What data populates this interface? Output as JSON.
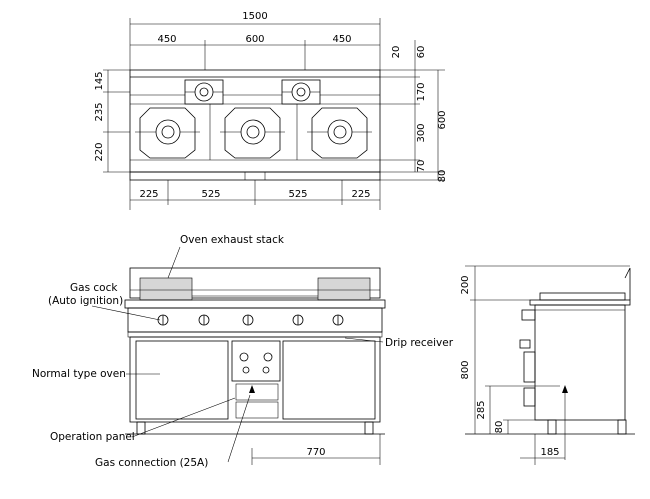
{
  "plan": {
    "total_width": "1500",
    "top_dims": [
      "450",
      "600",
      "450"
    ],
    "bottom_dims": [
      "225",
      "525",
      "525",
      "225"
    ],
    "left_dims": [
      "145",
      "235",
      "220"
    ],
    "right_dims_small": [
      "20",
      "60"
    ],
    "right_dims": [
      "170",
      "300",
      "70"
    ],
    "right_outer": [
      "600",
      "80"
    ]
  },
  "front": {
    "labels": {
      "oven_exhaust": "Oven exhaust stack",
      "gas_cock_1": "Gas cock",
      "gas_cock_2": "(Auto ignition)",
      "normal_oven": "Normal type oven",
      "drip_receiver": "Drip receiver",
      "operation_panel": "Operation panel",
      "gas_connection": "Gas connection  (25A)"
    },
    "dim_770": "770"
  },
  "side": {
    "dims_left": [
      "200",
      "800",
      "285",
      "80"
    ],
    "dim_185": "185"
  }
}
